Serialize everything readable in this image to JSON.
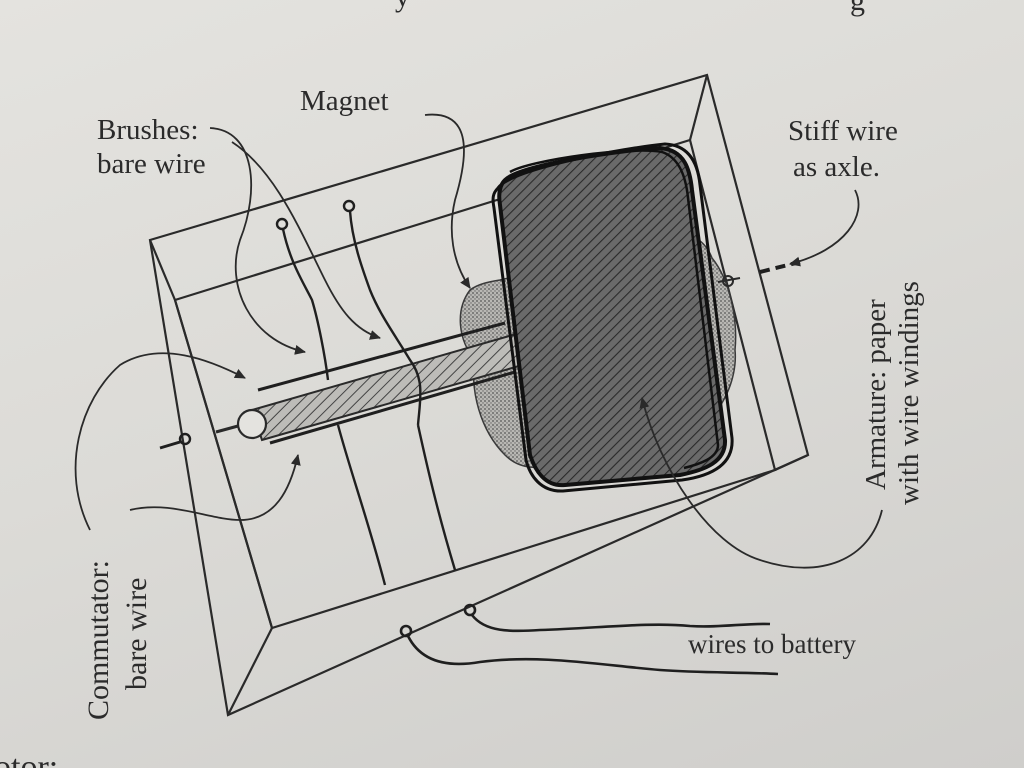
{
  "diagram": {
    "top_text_fragment": "y",
    "top_text_fragment_right": "g",
    "bottom_text_fragment": "otor:",
    "labels": {
      "brushes_line1": "Brushes:",
      "brushes_line2": "bare wire",
      "magnet": "Magnet",
      "axle_line1": "Stiff wire",
      "axle_line2": "as axle.",
      "armature_line1": "Armature: paper",
      "armature_line2": "with wire windings",
      "commutator_line1": "Commutator:",
      "commutator_line2": "bare wire",
      "battery": "wires to battery"
    }
  }
}
